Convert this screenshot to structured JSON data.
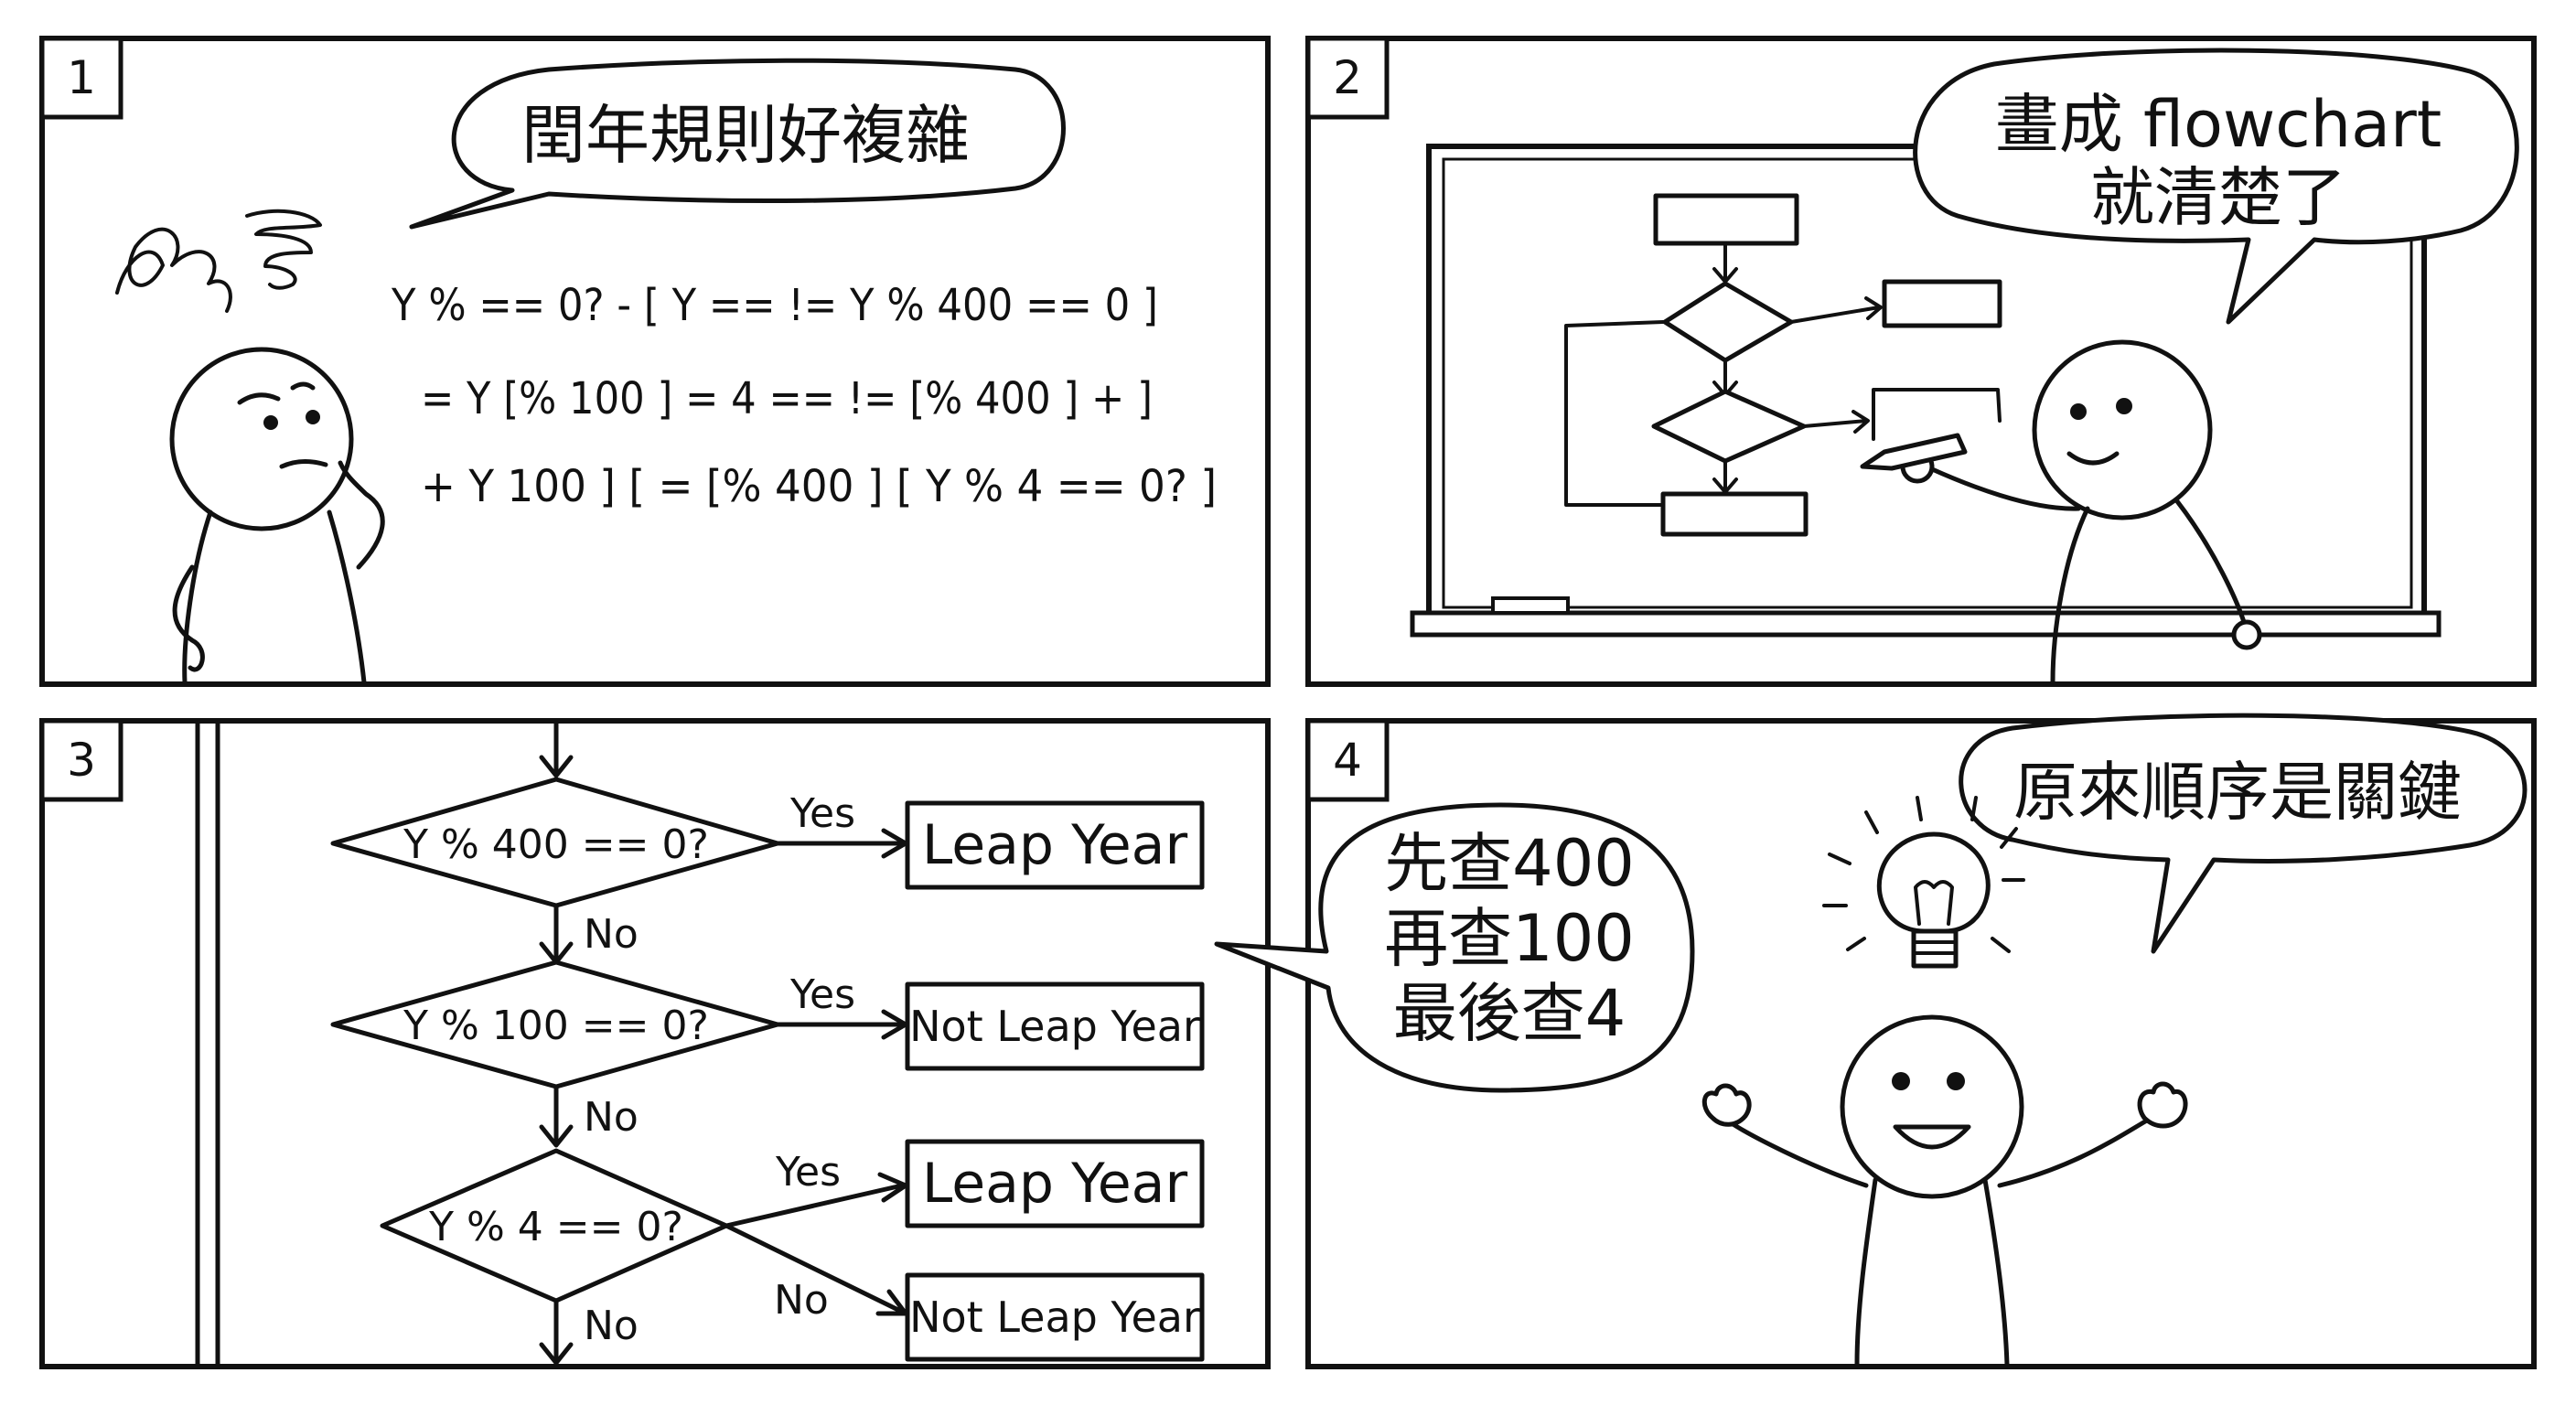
{
  "panels": [
    {
      "number": "1",
      "speech": "閏年規則好複雜",
      "formula_lines": [
        "Y % == 0? - [ Y == != Y % 400 == 0 ]",
        "= Y [% 100 ] = 4 == != [% 400 ] + ]",
        "+ Y 100 ] [ = [% 400 ] [ Y % 4 == 0? ]"
      ]
    },
    {
      "number": "2",
      "speech_line1": "畫成 flowchart",
      "speech_line2": "就清楚了"
    },
    {
      "number": "3",
      "flowchart": {
        "decisions": [
          "Y % 400 == 0?",
          "Y % 100 == 0?",
          "Y % 4 == 0?"
        ],
        "results": [
          "Leap Year",
          "Not Leap Year",
          "Leap Year",
          "Not Leap Year"
        ],
        "yes_label": "Yes",
        "no_label": "No"
      }
    },
    {
      "number": "4",
      "speech_top": "原來順序是關鍵",
      "speech_side": [
        "先查400",
        "再查100",
        "最後查4"
      ]
    }
  ]
}
